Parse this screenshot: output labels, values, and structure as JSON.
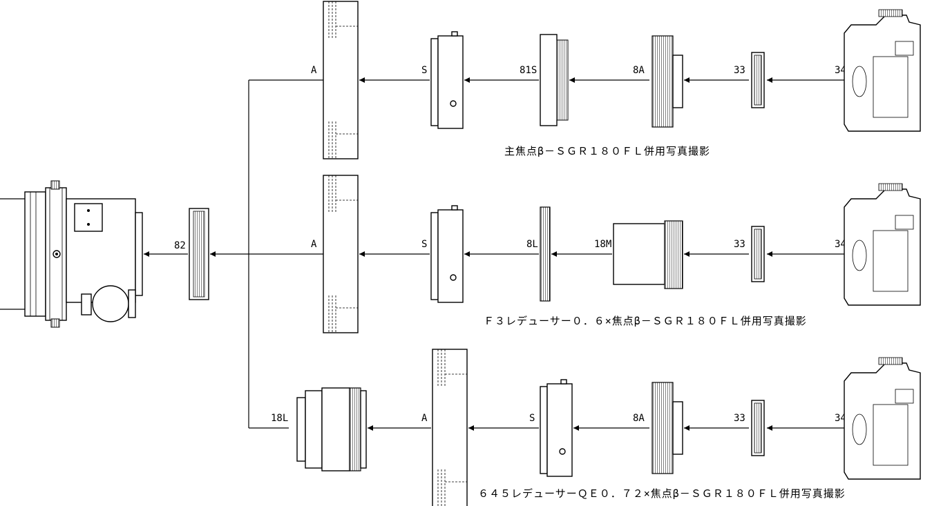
{
  "diagram": {
    "rows": [
      {
        "caption": "主焦点β－ＳＧＲ１８０ＦＬ併用写真撮影",
        "labels": [
          "A",
          "S",
          "81S",
          "8A",
          "33",
          "34"
        ]
      },
      {
        "caption": "Ｆ３レデューサー０．６×焦点β－ＳＧＲ１８０ＦＬ併用写真撮影",
        "labels": [
          "A",
          "S",
          "8L",
          "18M",
          "33",
          "34"
        ]
      },
      {
        "caption": "６４５レデューサーＱＥ０．７２×焦点β－ＳＧＲ１８０ＦＬ併用写真撮影",
        "labels": [
          "18L",
          "A",
          "S",
          "8A",
          "33",
          "34"
        ]
      }
    ],
    "trunk_label": "82",
    "colors": {
      "line": "#000000",
      "background": "#ffffff"
    }
  }
}
